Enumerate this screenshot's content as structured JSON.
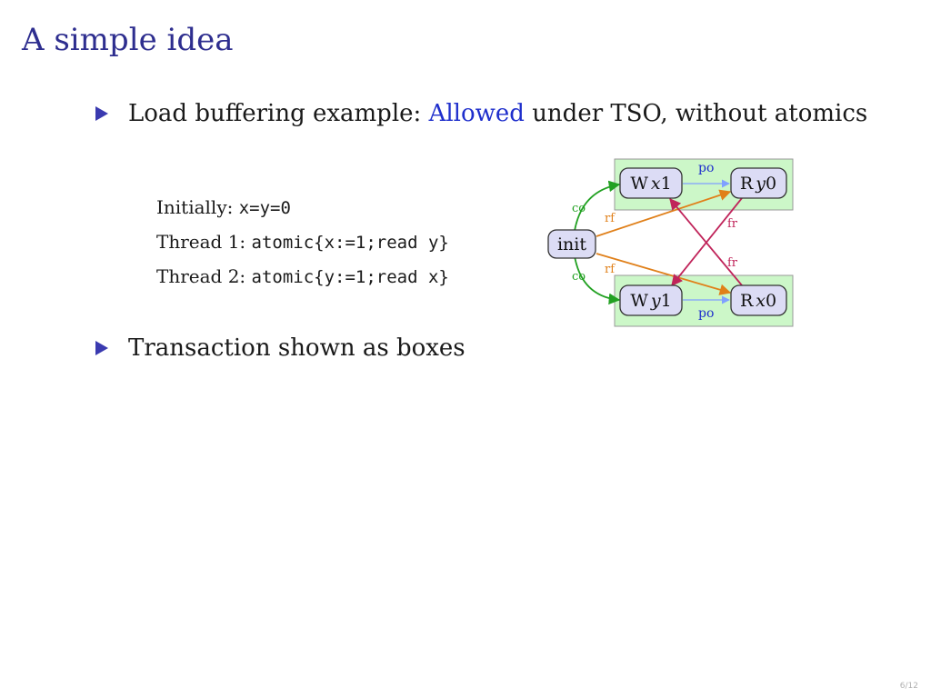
{
  "slide": {
    "title": "A simple idea",
    "bullet1": {
      "pre": "Load buffering example: ",
      "highlight": "Allowed",
      "post": " under TSO, without atomics"
    },
    "code": {
      "line1": {
        "label": "Initially: ",
        "code": "x=y=0"
      },
      "line2": {
        "label": "Thread 1: ",
        "code": "atomic{x:=1;read y}"
      },
      "line3": {
        "label": "Thread 2: ",
        "code": "atomic{y:=1;read x}"
      }
    },
    "bullet2": "Transaction shown as boxes",
    "page_number": "6/12"
  },
  "diagram": {
    "nodes": {
      "init": "init",
      "wx1": {
        "op": "W",
        "var": "x",
        "val": "1"
      },
      "ry0": {
        "op": "R",
        "var": "y",
        "val": "0"
      },
      "wy1": {
        "op": "W",
        "var": "y",
        "val": "1"
      },
      "rx0": {
        "op": "R",
        "var": "x",
        "val": "0"
      }
    },
    "edge_labels": {
      "po_top": "po",
      "po_bottom": "po",
      "co_top": "co",
      "co_bottom": "co",
      "rf_top": "rf",
      "rf_bottom": "rf",
      "fr_top": "fr",
      "fr_bottom": "fr"
    },
    "colors": {
      "transaction_fill": "#ccf7c8",
      "node_fill": "#dcdcf5",
      "po": "#1f2fcc",
      "co": "#22a122",
      "rf": "#e0801a",
      "fr": "#c0245a"
    }
  }
}
